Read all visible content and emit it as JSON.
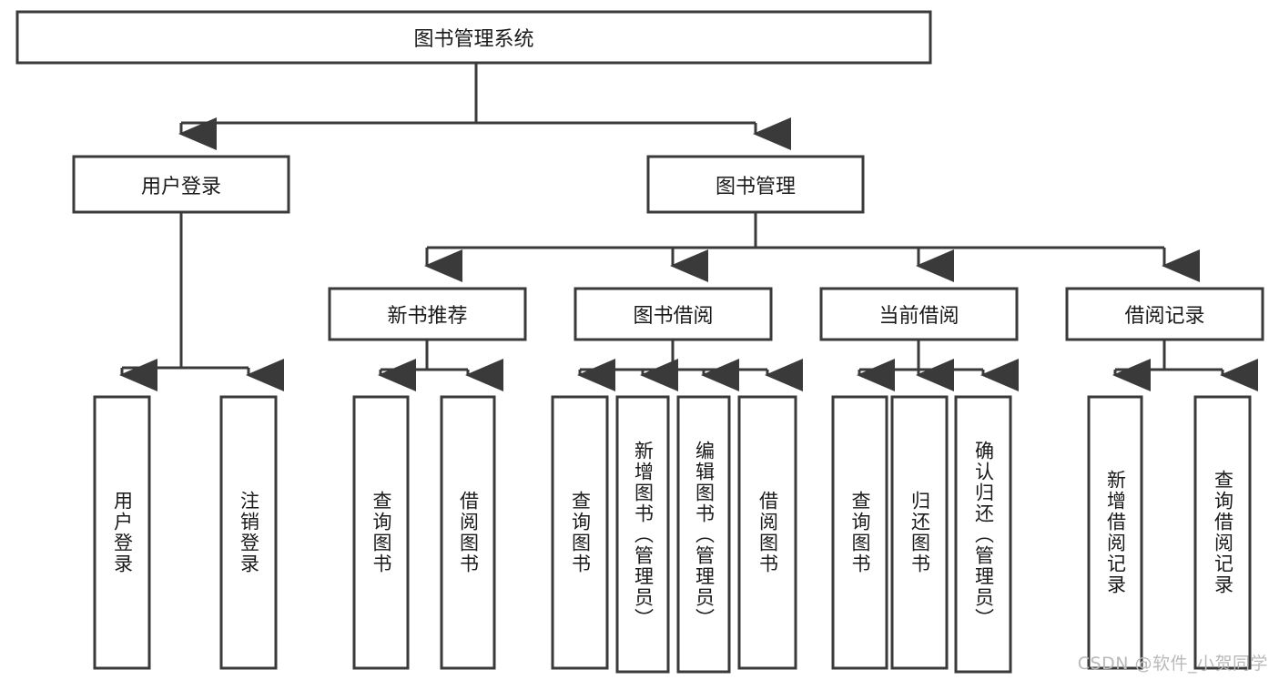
{
  "diagram": {
    "type": "tree",
    "title": "图书管理系统",
    "root": {
      "id": "root",
      "label": "图书管理系统",
      "orientation": "horizontal"
    },
    "level2": [
      {
        "id": "user-login",
        "label": "用户登录",
        "orientation": "horizontal"
      },
      {
        "id": "book-manage",
        "label": "图书管理",
        "orientation": "horizontal"
      }
    ],
    "level3": [
      {
        "id": "new-book-rec",
        "label": "新书推荐",
        "orientation": "horizontal",
        "parent": "book-manage"
      },
      {
        "id": "book-borrow",
        "label": "图书借阅",
        "orientation": "horizontal",
        "parent": "book-manage"
      },
      {
        "id": "current-borrow",
        "label": "当前借阅",
        "orientation": "horizontal",
        "parent": "book-manage"
      },
      {
        "id": "borrow-record",
        "label": "借阅记录",
        "orientation": "horizontal",
        "parent": "book-manage"
      }
    ],
    "leaves": [
      {
        "id": "leaf-user-login",
        "label": "用户登录",
        "orientation": "vertical",
        "parent": "user-login"
      },
      {
        "id": "leaf-logout",
        "label": "注销登录",
        "orientation": "vertical",
        "parent": "user-login"
      },
      {
        "id": "leaf-query-book-1",
        "label": "查询图书",
        "orientation": "vertical",
        "parent": "new-book-rec"
      },
      {
        "id": "leaf-borrow-book-1",
        "label": "借阅图书",
        "orientation": "vertical",
        "parent": "new-book-rec"
      },
      {
        "id": "leaf-query-book-2",
        "label": "查询图书",
        "orientation": "vertical",
        "parent": "book-borrow"
      },
      {
        "id": "leaf-add-book",
        "label": "新增图书（管理员）",
        "orientation": "vertical",
        "parent": "book-borrow"
      },
      {
        "id": "leaf-edit-book",
        "label": "编辑图书（管理员）",
        "orientation": "vertical",
        "parent": "book-borrow"
      },
      {
        "id": "leaf-borrow-book-2",
        "label": "借阅图书",
        "orientation": "vertical",
        "parent": "book-borrow"
      },
      {
        "id": "leaf-query-book-3",
        "label": "查询图书",
        "orientation": "vertical",
        "parent": "current-borrow"
      },
      {
        "id": "leaf-return-book",
        "label": "归还图书",
        "orientation": "vertical",
        "parent": "current-borrow"
      },
      {
        "id": "leaf-confirm-return",
        "label": "确认归还（管理员）",
        "orientation": "vertical",
        "parent": "current-borrow"
      },
      {
        "id": "leaf-add-record",
        "label": "新增借阅记录",
        "orientation": "vertical",
        "parent": "borrow-record"
      },
      {
        "id": "leaf-query-record",
        "label": "查询借阅记录",
        "orientation": "vertical",
        "parent": "borrow-record"
      }
    ],
    "colors": {
      "stroke": "#3a3a3a",
      "fill": "#ffffff",
      "text": "#1a1a1a",
      "background": "#ffffff",
      "watermark": "#b9b9b9"
    }
  },
  "watermark": {
    "text": "CSDN @软件_小贺同学"
  }
}
